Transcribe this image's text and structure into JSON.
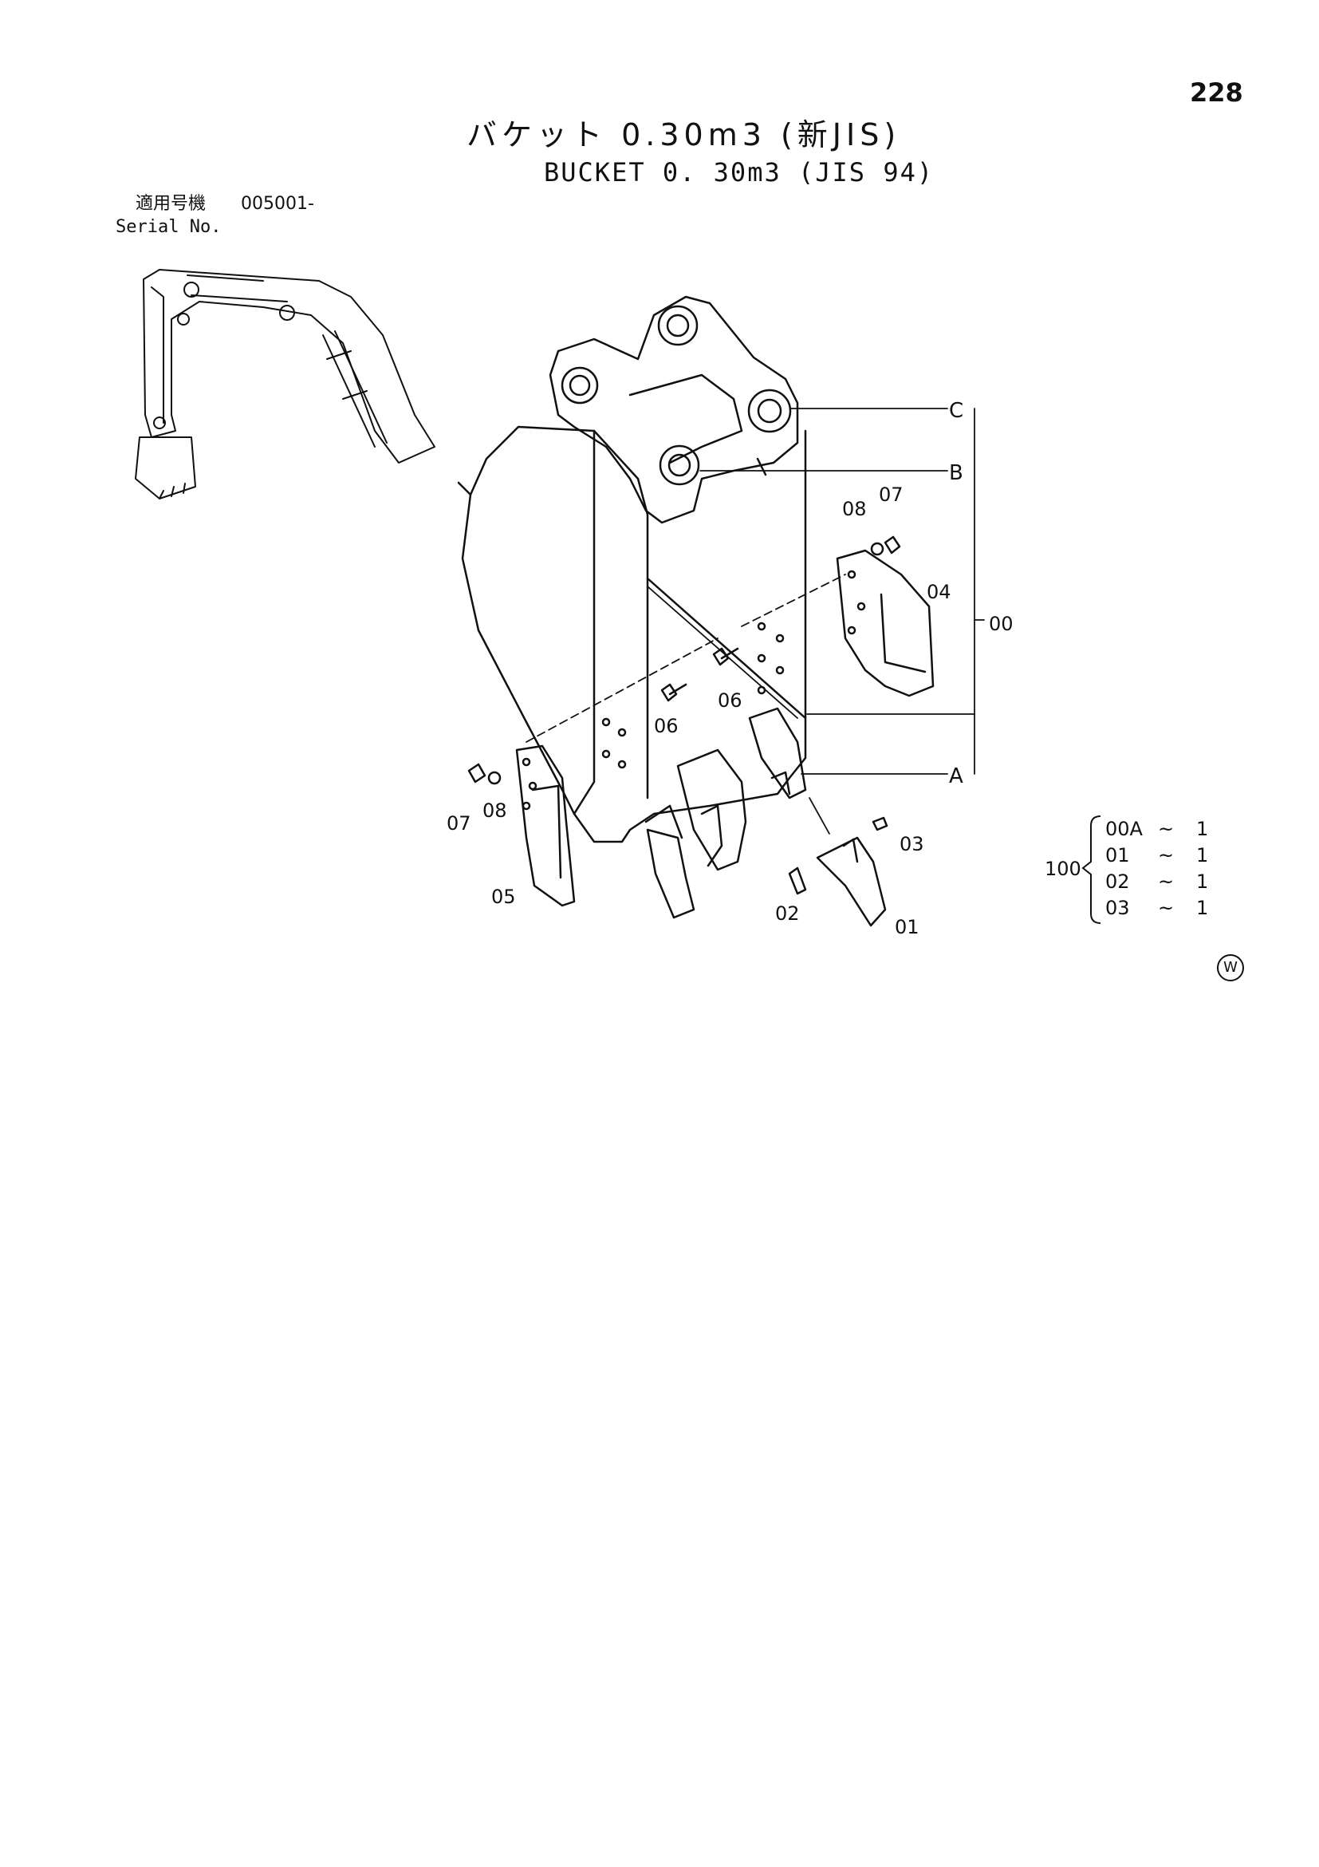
{
  "page_number": "228",
  "title": {
    "jp": "バケット 0.30m3 (新JIS)",
    "en": "BUCKET 0. 30m3 (JIS 94)"
  },
  "serial": {
    "label_jp": "適用号機",
    "label_en": "Serial No.",
    "value": "005001-"
  },
  "callouts": {
    "c_01": "01",
    "c_02": "02",
    "c_03": "03",
    "c_04": "04",
    "c_05": "05",
    "c_06a": "06",
    "c_06b": "06",
    "c_07a": "07",
    "c_07b": "07",
    "c_08a": "08",
    "c_08b": "08",
    "c_00": "00",
    "A": "A",
    "B": "B",
    "C": "C"
  },
  "kit": {
    "code": "100",
    "items": [
      {
        "part": "00A",
        "qty": "1"
      },
      {
        "part": "01",
        "qty": "1"
      },
      {
        "part": "02",
        "qty": "1"
      },
      {
        "part": "03",
        "qty": "1"
      }
    ]
  },
  "mark": "W"
}
